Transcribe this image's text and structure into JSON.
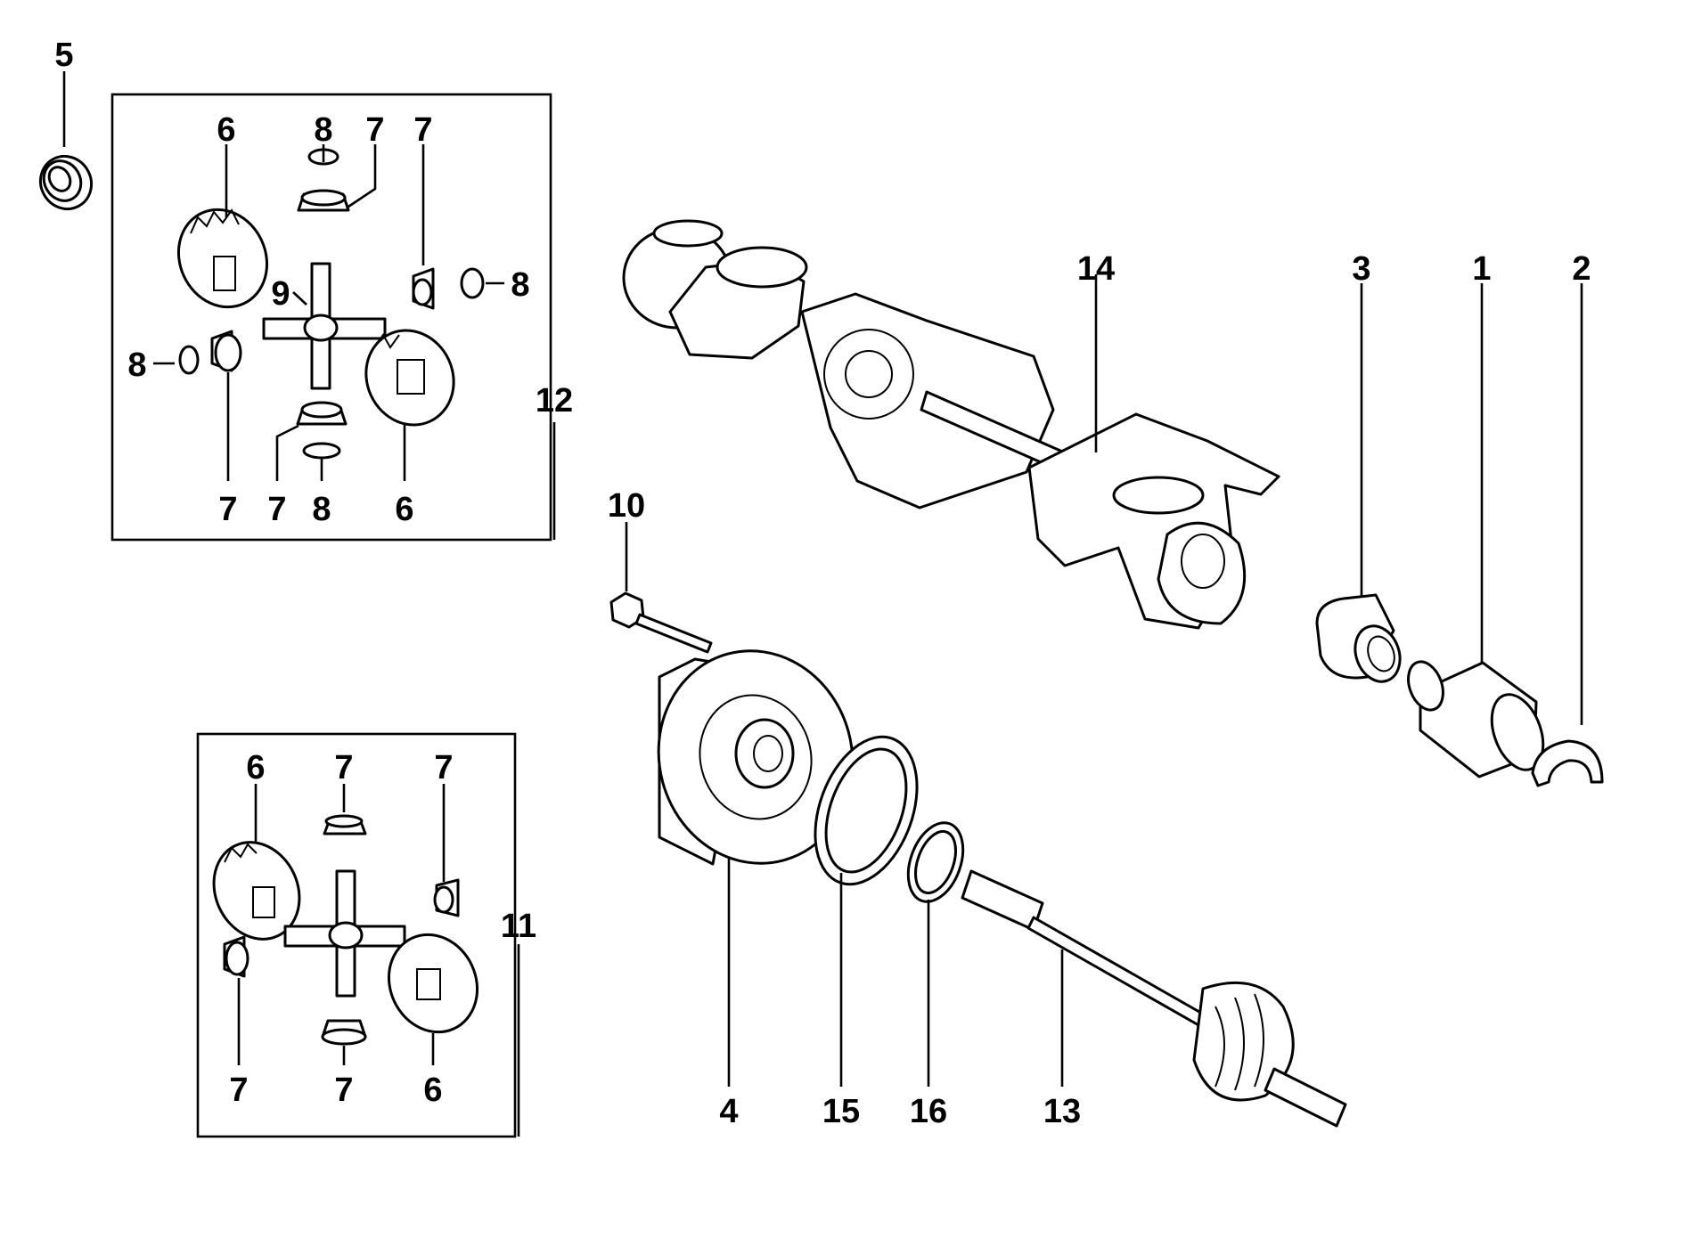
{
  "diagram": {
    "callouts": {
      "c5": "5",
      "b12_6a": "6",
      "b12_8a": "8",
      "b12_7a": "7",
      "b12_7b": "7",
      "b12_9": "9",
      "b12_8b": "8",
      "b12_8c": "8",
      "b12_7c": "7",
      "b12_7d": "7",
      "b12_8d": "8",
      "b12_6b": "6",
      "c12": "12",
      "c14": "14",
      "c3": "3",
      "c1": "1",
      "c2": "2",
      "c10": "10",
      "b11_6a": "6",
      "b11_7a": "7",
      "b11_7b": "7",
      "b11_7c": "7",
      "b11_7d": "7",
      "b11_6b": "6",
      "c11": "11",
      "c4": "4",
      "c15": "15",
      "c16": "16",
      "c13": "13"
    }
  }
}
